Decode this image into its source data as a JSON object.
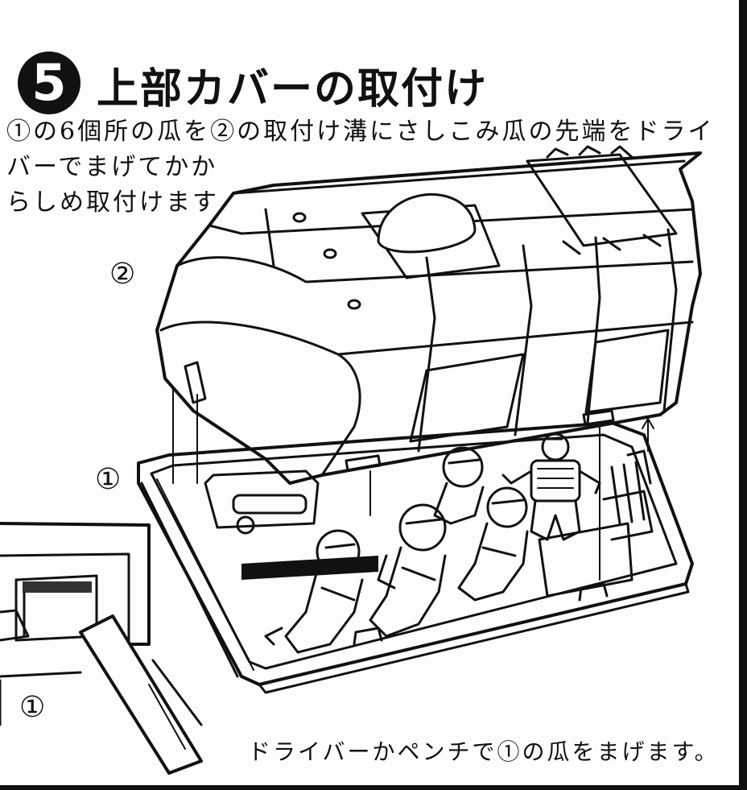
{
  "step": {
    "number": "5",
    "title": "上部カバーの取付け"
  },
  "instructions": {
    "line1": "①の6個所の瓜を②の取付け溝にさしこみ瓜の先端をドライ",
    "line2": "バーでまげてかか",
    "line3": "らしめ取付けます"
  },
  "labels": {
    "upper_cover": "②",
    "claw_body": "①",
    "claw_detail": "①"
  },
  "caption": "ドライバーかペンチで①の瓜をまげます。",
  "colors": {
    "ink": "#111111",
    "paper": "#fdfdfb"
  }
}
